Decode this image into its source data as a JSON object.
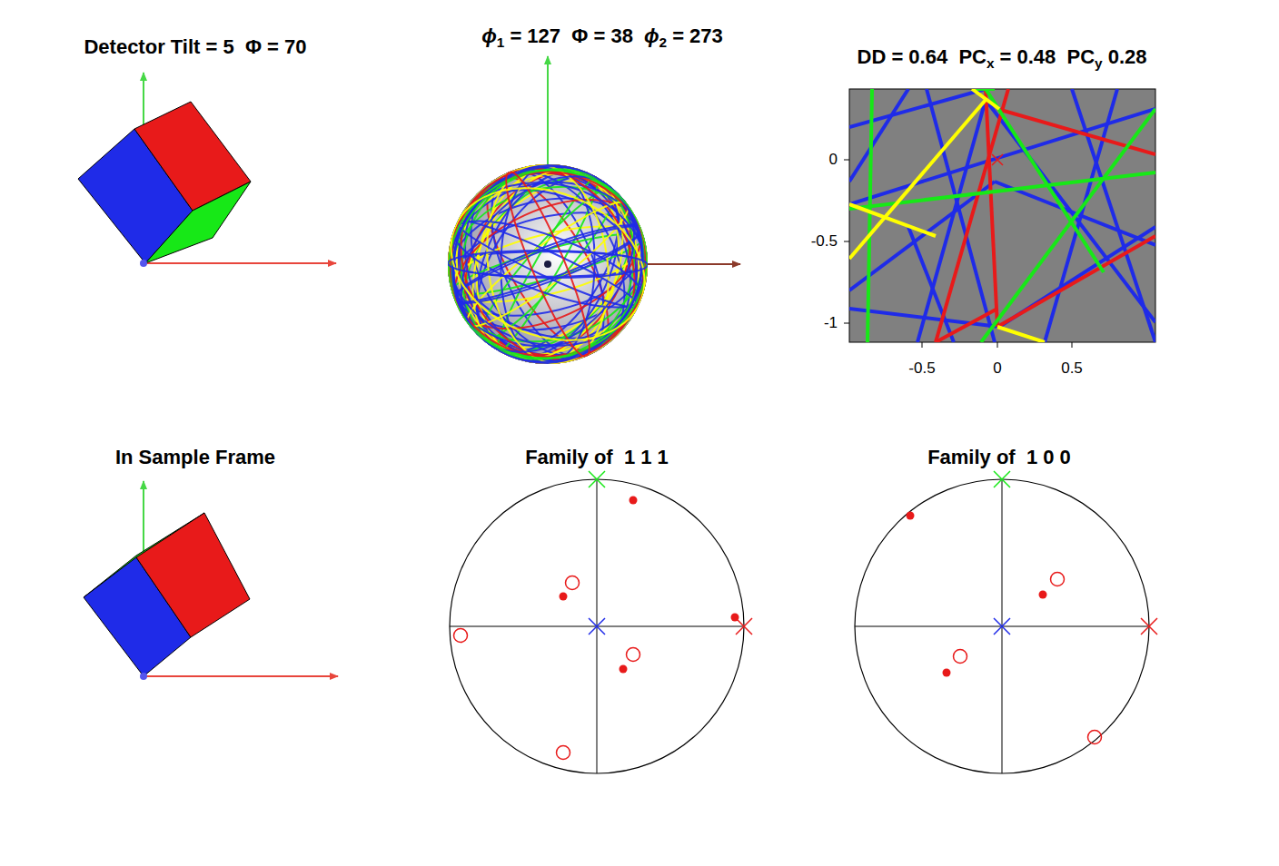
{
  "diagram": {
    "labels": [
      "Detector Tilt = 5  Φ = 70",
      "ϕ",
      "1",
      "= 127  Φ = 38",
      "ϕ",
      "2",
      "= 273",
      "DD = 0.64  PC",
      "x",
      "= 0.48  PC",
      "y",
      "0.28",
      "0",
      "-0.5",
      "-1",
      "-0.5",
      "0",
      "0.5",
      "In Sample Frame",
      "Family of  1 1 1",
      "Family of  1 0 0"
    ]
  }
}
